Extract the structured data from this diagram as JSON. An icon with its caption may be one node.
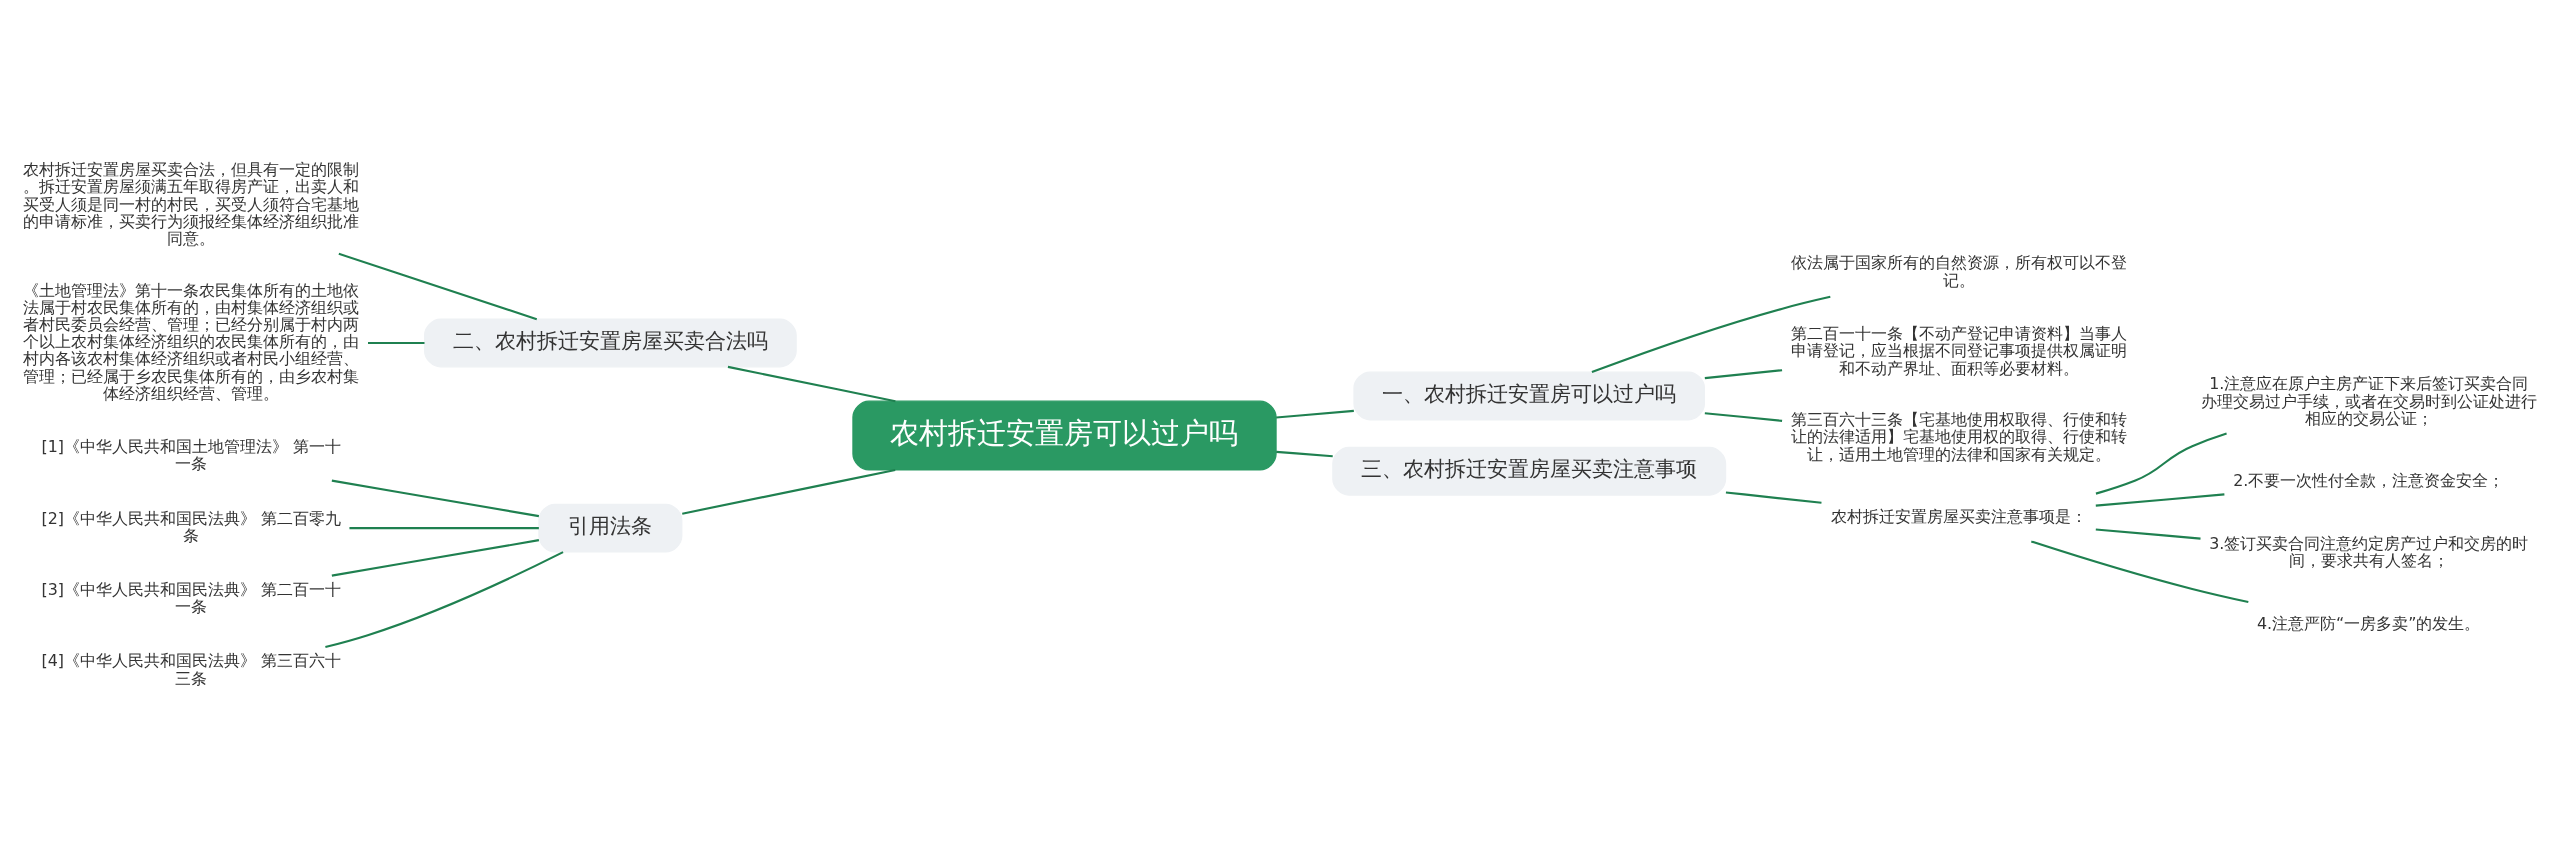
{
  "diagram": {
    "nodes": [
      {
        "text": [
          "农村拆迁安置房可以过户吗"
        ]
      },
      {
        "text": [
          "一、农村拆迁安置房可以过户吗"
        ]
      },
      {
        "text": [
          "依法属于国家所有的自然资源，所有权可以不登记。"
        ]
      },
      {
        "text": [
          "第二百一十一条【不动产登记申请资料】当事人申请登记，应当根据不同登记事项提供权属证明和不动产界址、面积等必要材料。"
        ]
      },
      {
        "text": [
          "第三百六十三条【宅基地使用权取得、行使和转让的法律适用】宅基地使用权的取得、行使和转让，适用土地管理的法律和国家有关规定。"
        ]
      },
      {
        "text": [
          "二、农村拆迁安置房屋买卖合法吗"
        ]
      },
      {
        "text": [
          "农村拆迁安置房屋买卖合法，但具有一定的限制。拆迁安置房屋须满五年取得房产证，出卖人和买受人须是同一村的村民，买受人须符合宅基地的申请标准，买卖行为须报经集体经济组织批准同意。"
        ]
      },
      {
        "text": [
          "《土地管理法》第十一条农民集体所有的土地依法属于村农民集体所有的，由村集体经济组织或者村民委员会经营、管理；已经分别属于村内两个以上农村集体经济组织的农民集体所有的，由村内各该农村集体经济组织或者村民小组经营、管理；已经属于乡农民集体所有的，由乡农村集体经济组织经营、管理。"
        ]
      },
      {
        "text": [
          "引用法条"
        ]
      },
      {
        "text": [
          "[1]《中华人民共和国土地管理法》 第一十一条"
        ]
      },
      {
        "text": [
          "[2]《中华人民共和国民法典》 第二百零九条"
        ]
      },
      {
        "text": [
          "[3]《中华人民共和国民法典》 第二百一十一条"
        ]
      },
      {
        "text": [
          "[4]《中华人民共和国民法典》 第三百六十三条"
        ]
      },
      {
        "text": [
          "三、农村拆迁安置房屋买卖注意事项"
        ]
      },
      {
        "text": [
          "农村拆迁安置房屋买卖注意事项是："
        ]
      },
      {
        "text": [
          "1.注意应在原户主房产证下来后签订买卖合同办理交易过户手续，或者在交易时到公证处进行相应的交易公证；"
        ]
      },
      {
        "text": [
          "2.不要一次性付全款，注意资金安全；"
        ]
      },
      {
        "text": [
          "3.签订买卖合同注意约定房产过户和交房的时间，要求共有人签名；"
        ]
      },
      {
        "text": [
          "4.注意严防“一房多卖”的发生。"
        ]
      }
    ],
    "edges": [
      {
        "from": 0,
        "to": 1,
        "arrow": "none"
      },
      {
        "from": 1,
        "to": 2,
        "arrow": "none"
      },
      {
        "from": 1,
        "to": 3,
        "arrow": "none"
      },
      {
        "from": 1,
        "to": 4,
        "arrow": "none"
      },
      {
        "from": 0,
        "to": 5,
        "arrow": "none"
      },
      {
        "from": 5,
        "to": 6,
        "arrow": "none"
      },
      {
        "from": 5,
        "to": 7,
        "arrow": "none"
      },
      {
        "from": 0,
        "to": 8,
        "arrow": "none"
      },
      {
        "from": 8,
        "to": 9,
        "arrow": "none"
      },
      {
        "from": 8,
        "to": 10,
        "arrow": "none"
      },
      {
        "from": 8,
        "to": 11,
        "arrow": "none"
      },
      {
        "from": 8,
        "to": 12,
        "arrow": "none"
      },
      {
        "from": 0,
        "to": 13,
        "arrow": "none"
      },
      {
        "from": 13,
        "to": 14,
        "arrow": "none"
      },
      {
        "from": 14,
        "to": 15,
        "arrow": "none"
      },
      {
        "from": 14,
        "to": 16,
        "arrow": "none"
      },
      {
        "from": 14,
        "to": 17,
        "arrow": "none"
      },
      {
        "from": 14,
        "to": 18,
        "arrow": "none"
      }
    ]
  }
}
